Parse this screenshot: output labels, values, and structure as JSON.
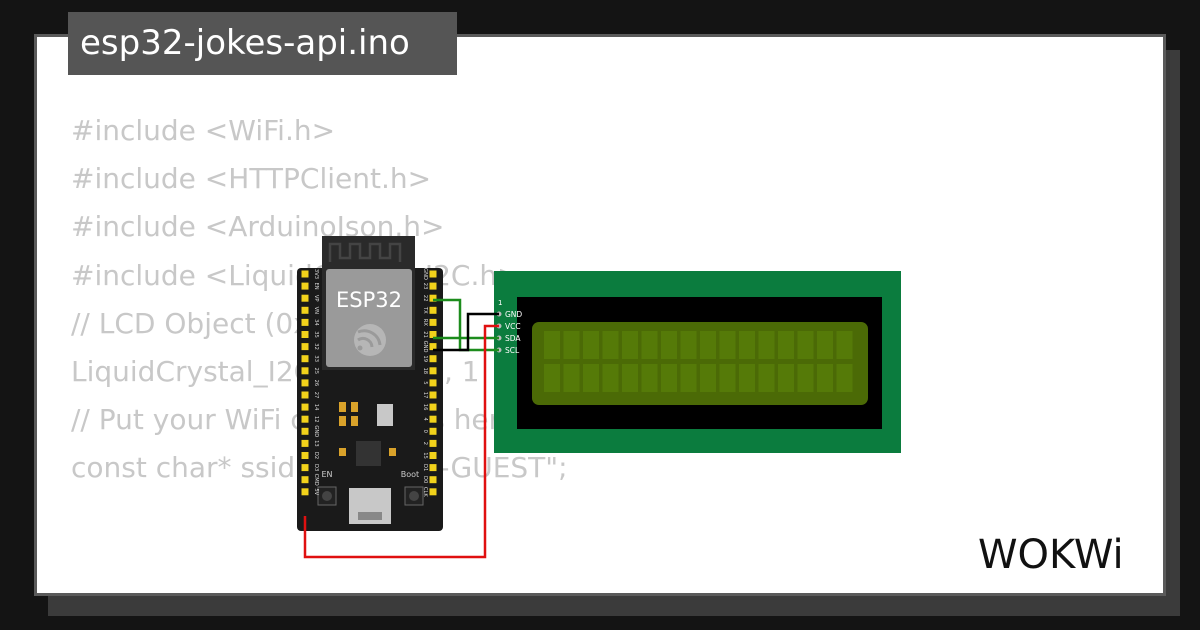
{
  "title": "esp32-jokes-api.ino",
  "code_lines": [
    "#include <WiFi.h>",
    "#include <HTTPClient.h>",
    "#include <ArduinoJson.h>",
    "#include <LiquidCrystal_I2C.h>",
    "",
    "// LCD Object (0x27)",
    "LiquidCrystal_I2C lcd(0x27, 1",
    "",
    "// Put your WiFi credentials here",
    "const char* ssid = \"Wokwi-GUEST\";"
  ],
  "esp32": {
    "label": "ESP32",
    "en_label": "EN",
    "boot_label": "Boot",
    "left_pins": [
      "3V3",
      "EN",
      "VP",
      "VN",
      "34",
      "35",
      "32",
      "33",
      "25",
      "26",
      "27",
      "14",
      "12",
      "GND",
      "13",
      "D2",
      "D3",
      "CMD",
      "5V"
    ],
    "right_pins": [
      "GND",
      "23",
      "22",
      "TX",
      "RX",
      "21",
      "GND",
      "19",
      "18",
      "5",
      "17",
      "16",
      "4",
      "0",
      "2",
      "15",
      "D1",
      "D0",
      "CLK"
    ]
  },
  "lcd": {
    "pins": [
      "GND",
      "VCC",
      "SDA",
      "SCL"
    ],
    "pin1_label": "1"
  },
  "brand": "WOKWi",
  "colors": {
    "background": "#141414",
    "card": "#ffffff",
    "code_text": "#c8c8c8",
    "title_bg": "#555555",
    "board": "#1a1a1a",
    "pin_yellow": "#f2d21b",
    "lcd_pcb": "#0b7c3e",
    "lcd_screen": "#4b6a06",
    "wire_green": "#1c8c1c",
    "wire_red": "#e01010",
    "wire_black": "#000000"
  }
}
